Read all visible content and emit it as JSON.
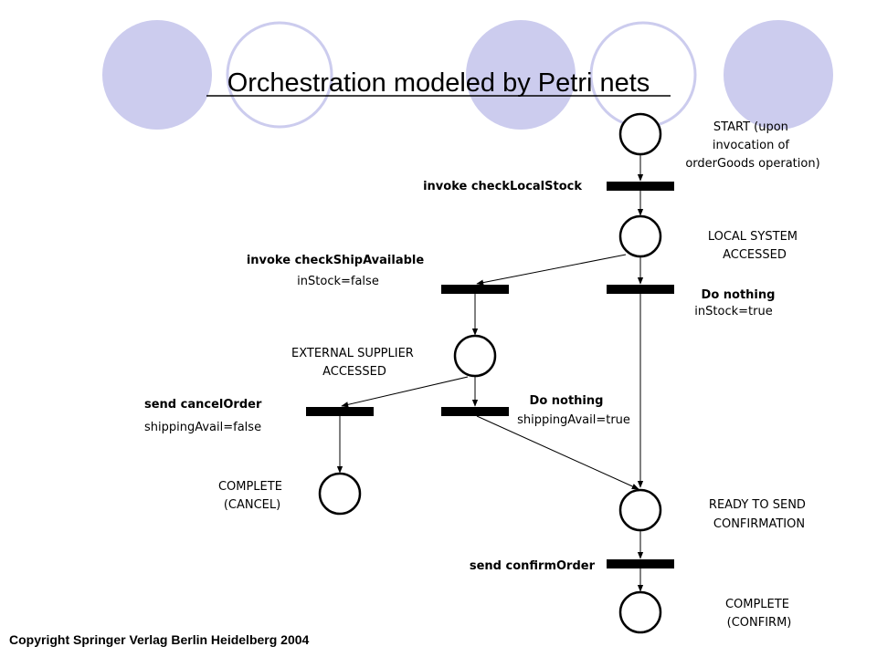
{
  "title": "Orchestration modeled by Petri nets",
  "copyright": "Copyright Springer Verlag Berlin Heidelberg 2004",
  "colors": {
    "decor_fill": "#ccccee",
    "decor_stroke": "#ccccee",
    "title_underline": "#000000"
  },
  "places": {
    "start": [
      "START (upon",
      "invocation of",
      "orderGoods operation)"
    ],
    "local": [
      "LOCAL SYSTEM",
      "ACCESSED"
    ],
    "external": [
      "EXTERNAL SUPPLIER",
      "ACCESSED"
    ],
    "cancel": [
      "COMPLETE",
      "(CANCEL)"
    ],
    "ready": [
      "READY TO SEND",
      "CONFIRMATION"
    ],
    "confirm": [
      "COMPLETE",
      "(CONFIRM)"
    ]
  },
  "transitions": {
    "check_local": "invoke checkLocalStock",
    "check_ship": "invoke checkShipAvailable",
    "in_stock_false": "inStock=false",
    "do_nothing_1": "Do nothing",
    "in_stock_true": "inStock=true",
    "send_cancel": "send cancelOrder",
    "ship_false": "shippingAvail=false",
    "do_nothing_2": "Do nothing",
    "ship_true": "shippingAvail=true",
    "send_confirm": "send confirmOrder"
  }
}
